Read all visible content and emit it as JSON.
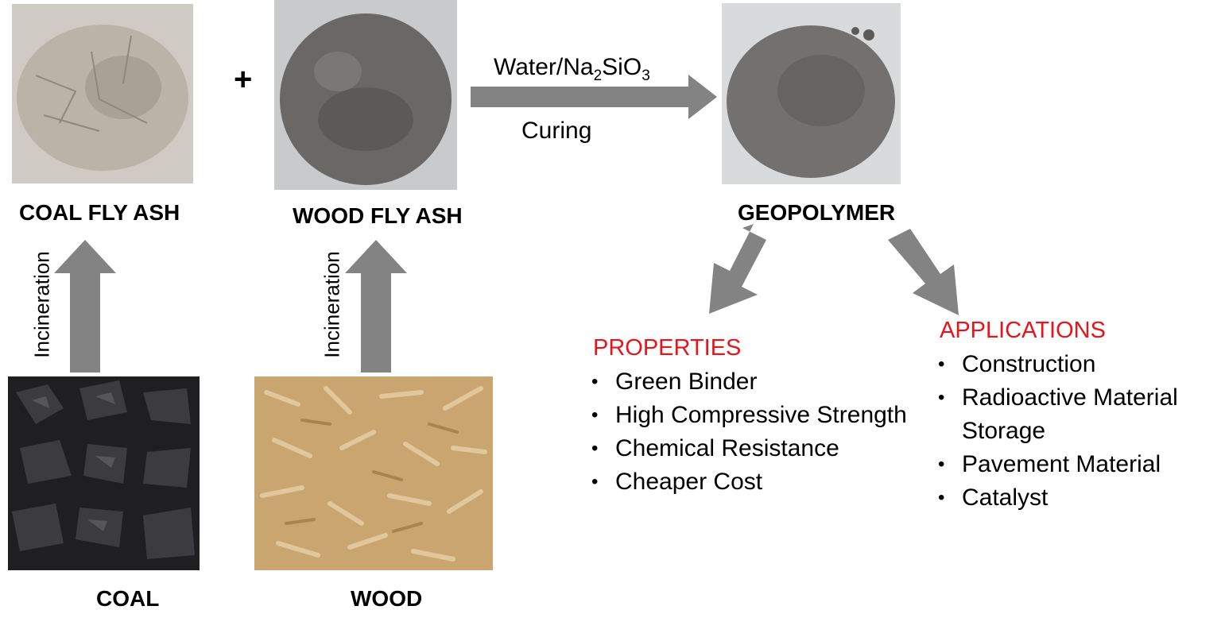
{
  "colors": {
    "arrow": "#838383",
    "heading_accent": "#e8141b",
    "coal_fly_ash": "#bfb8ad",
    "wood_fly_ash": "#6f6d6a",
    "geopolymer": "#777573",
    "coal": "#2b2b2d",
    "wood": "#c9a670"
  },
  "labels": {
    "coal_fly_ash": "COAL FLY ASH",
    "wood_fly_ash": "WOOD FLY ASH",
    "geopolymer": "GEOPOLYMER",
    "coal": "COAL",
    "wood": "WOOD",
    "plus": "+"
  },
  "process": {
    "reagent_prefix": "Water/Na",
    "reagent_sub1": "2",
    "reagent_mid": "SiO",
    "reagent_sub2": "3",
    "curing": "Curing",
    "incineration_left": "Incineration",
    "incineration_right": "Incineration"
  },
  "properties": {
    "heading": "PROPERTIES",
    "items": [
      "Green Binder",
      "High Compressive Strength",
      "Chemical Resistance",
      "Cheaper Cost"
    ]
  },
  "applications": {
    "heading": "APPLICATIONS",
    "items": [
      "Construction",
      "Radioactive Material",
      "Storage",
      "Pavement Material",
      "Catalyst"
    ]
  }
}
